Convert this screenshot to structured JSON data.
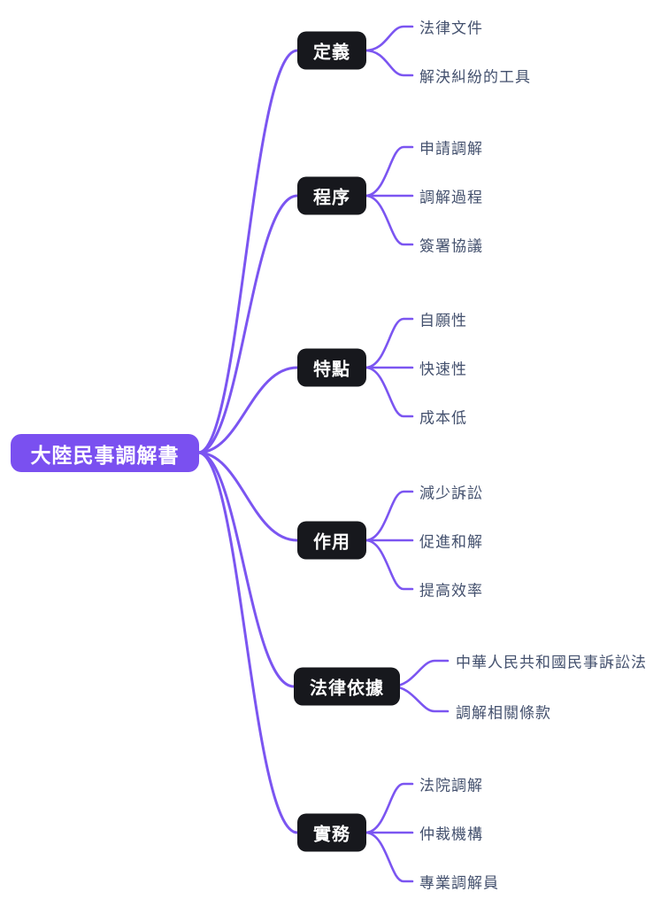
{
  "colors": {
    "background": "#ffffff",
    "root_bg": "#7a50f0",
    "root_text": "#ffffff",
    "branch_bg": "#17181d",
    "branch_text": "#ffffff",
    "connector_line": "#7b55f1",
    "leaf_text": "#44516e"
  },
  "root": {
    "label": "大陸民事調解書"
  },
  "branches": [
    {
      "label": "定義",
      "children": [
        "法律文件",
        "解決糾紛的工具"
      ]
    },
    {
      "label": "程序",
      "children": [
        "申請調解",
        "調解過程",
        "簽署協議"
      ]
    },
    {
      "label": "特點",
      "children": [
        "自願性",
        "快速性",
        "成本低"
      ]
    },
    {
      "label": "作用",
      "children": [
        "減少訴訟",
        "促進和解",
        "提高效率"
      ]
    },
    {
      "label": "法律依據",
      "children": [
        "中華人民共和國民事訴訟法",
        "調解相關條款"
      ]
    },
    {
      "label": "實務",
      "children": [
        "法院調解",
        "仲裁機構",
        "專業調解員"
      ]
    }
  ]
}
